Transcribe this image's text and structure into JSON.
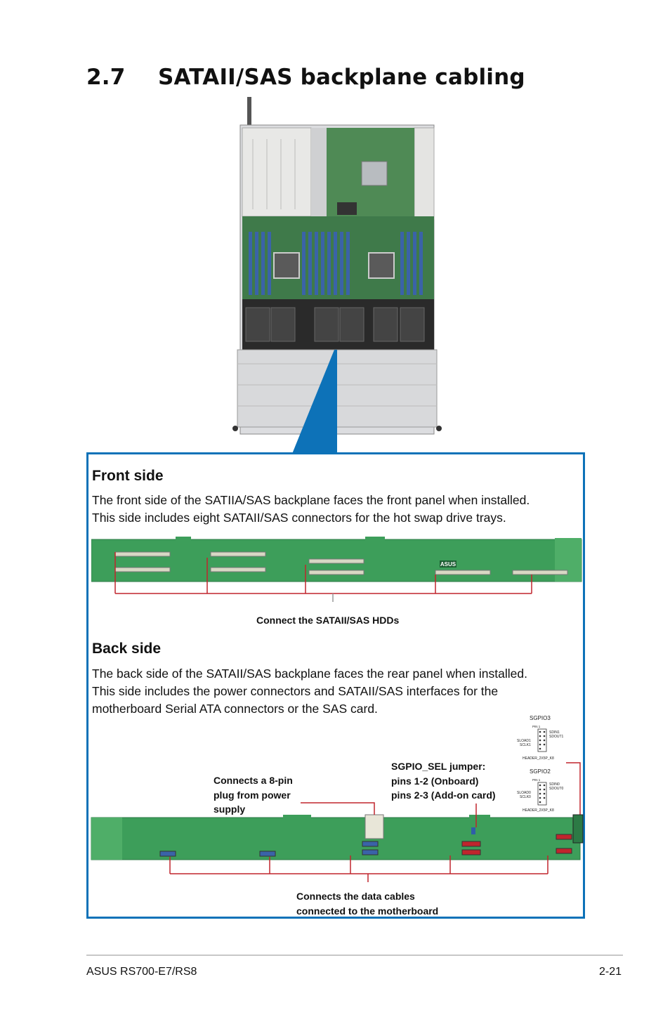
{
  "section": {
    "number": "2.7",
    "title": "SATAII/SAS backplane cabling"
  },
  "front": {
    "heading": "Front side",
    "para_line1": "The front side of the SATIIA/SAS backplane faces the front panel when installed.",
    "para_line2": "This side includes eight SATAII/SAS connectors for the hot swap drive trays.",
    "callout": "Connect the SATAII/SAS HDDs"
  },
  "back": {
    "heading": "Back side",
    "para_line1": "The back side of the SATAII/SAS backplane faces the rear panel when installed.",
    "para_line2": "This side includes the power connectors and SATAII/SAS interfaces for the",
    "para_line3": "motherboard Serial ATA connectors or the SAS card.",
    "power_callout": [
      "Connects a 8-pin",
      "plug from power",
      "supply"
    ],
    "jumper_callout": [
      "SGPIO_SEL jumper:",
      "pins 1-2 (Onboard)",
      "pins 2-3 (Add-on card)"
    ],
    "data_callout": [
      "Connects the data cables",
      "connected to the motherboard"
    ]
  },
  "sgpio": {
    "sgpio3": {
      "title": "SGPIO3",
      "pin": "PIN 1",
      "sdin": "SDIN1",
      "sdout": "SDOUT1",
      "sload": "SLOAD1",
      "sclk": "SCLK1",
      "header": "HEADER_2X5P_K8"
    },
    "sgpio2": {
      "title": "SGPIO2",
      "pin": "PIN 1",
      "sdin": "SDIN0",
      "sdout": "SDOUT0",
      "sload": "SLOAD0",
      "sclk": "SCLK0",
      "header": "HEADER_2X5P_K8"
    }
  },
  "board_marking": "ASUS",
  "footer": {
    "left": "ASUS RS700-E7/RS8",
    "right": "2-21"
  },
  "colors": {
    "frame": "#0d72b8",
    "callout_line": "#c0252d",
    "pcb": "#3d9e5a"
  }
}
